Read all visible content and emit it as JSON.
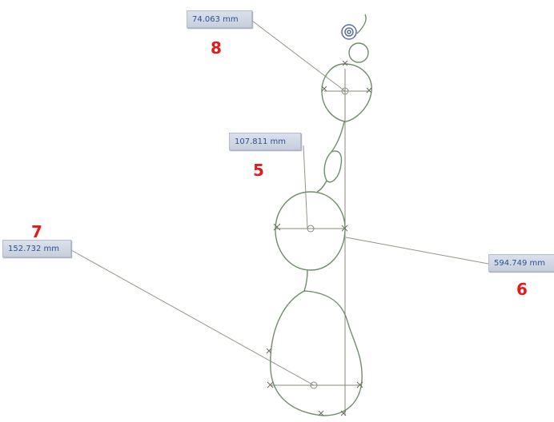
{
  "dimensions": [
    {
      "id": "8",
      "value": "74.063 mm",
      "callout": "8"
    },
    {
      "id": "5",
      "value": "107.811 mm",
      "callout": "5"
    },
    {
      "id": "7",
      "value": "152.732 mm",
      "callout": "7"
    },
    {
      "id": "6",
      "value": "594.749 mm",
      "callout": "6"
    }
  ],
  "colors": {
    "sketch_curve": "#6e8e68",
    "leader_line": "#8c9a86",
    "construction": "#8a8a7a",
    "label_text": "#2e4f95",
    "callout": "#e01c1c"
  }
}
